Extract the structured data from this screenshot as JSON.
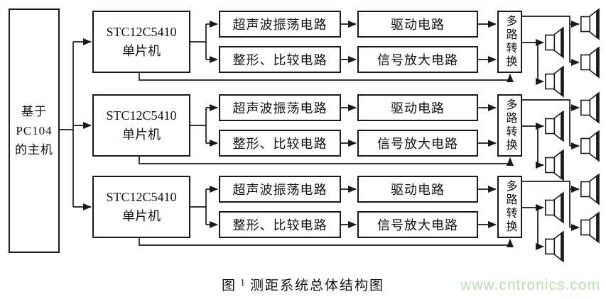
{
  "diagram": {
    "host": {
      "line1": "基于",
      "line2": "PC104",
      "line3": "的主机"
    },
    "rows": [
      {
        "mcu_model": "STC12C5410",
        "mcu_type": "单片机",
        "oscillator": "超声波振荡电路",
        "driver": "驱动电路",
        "shaper": "整形、比较电路",
        "amplifier": "信号放大电路",
        "mux": "多路转换"
      },
      {
        "mcu_model": "STC12C5410",
        "mcu_type": "单片机",
        "oscillator": "超声波振荡电路",
        "driver": "驱动电路",
        "shaper": "整形、比较电路",
        "amplifier": "信号放大电路",
        "mux": "多路转换"
      },
      {
        "mcu_model": "STC12C5410",
        "mcu_type": "单片机",
        "oscillator": "超声波振荡电路",
        "driver": "驱动电路",
        "shaper": "整形、比较电路",
        "amplifier": "信号放大电路",
        "mux": "多路转换"
      }
    ],
    "transducers_per_row": 4,
    "icons": {
      "transducer": "speaker-icon"
    }
  },
  "caption": {
    "fig_label": "图",
    "fig_number": "1",
    "fig_title": "测距系统总体结构图"
  },
  "watermark": "www.cntronics.com",
  "colors": {
    "line": "#1a1a1a",
    "watermark": "#b5dfac",
    "background": "#ffffff"
  }
}
